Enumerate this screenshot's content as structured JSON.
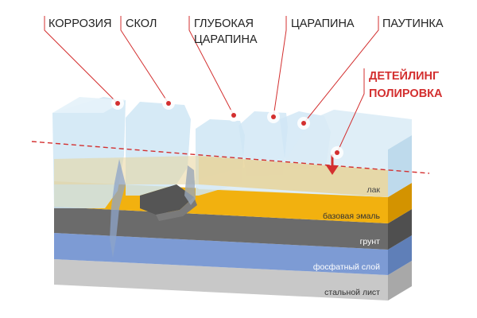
{
  "callouts": {
    "corrosion": "КОРРОЗИЯ",
    "chip": "СКОЛ",
    "deep_scratch_line1": "ГЛУБОКАЯ",
    "deep_scratch_line2": "ЦАРАПИНА",
    "scratch": "ЦАРАПИНА",
    "spiderweb": "ПАУТИНКА",
    "detailing_line1": "ДЕТЕЙЛИНГ",
    "detailing_line2": "ПОЛИРОВКА"
  },
  "layers": {
    "clearcoat": "лак",
    "base_enamel": "базовая эмаль",
    "primer": "грунт",
    "phosphate": "фосфатный слой",
    "steel": "стальной лист"
  },
  "colors": {
    "clearcoat": "#cfe6f5",
    "clearcoat_polished": "#e9d7a3",
    "base_enamel": "#f2b00f",
    "primer": "#6e6e6e",
    "phosphate": "#7c9ad3",
    "steel": "#c6c6c6",
    "accent": "#d32f2f"
  }
}
